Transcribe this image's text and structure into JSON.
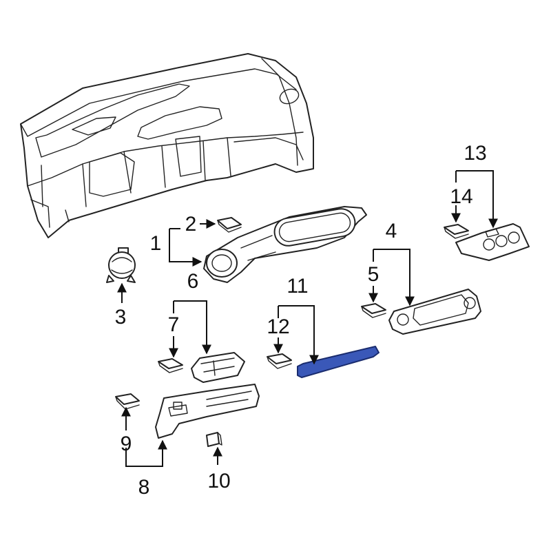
{
  "callouts": {
    "c1": "1",
    "c2": "2",
    "c3": "3",
    "c4": "4",
    "c5": "5",
    "c6": "6",
    "c7": "7",
    "c8": "8",
    "c9": "9",
    "c10": "10",
    "c11": "11",
    "c12": "12",
    "c13": "13",
    "c14": "14"
  },
  "colors": {
    "highlight": "#3a58b8",
    "line": "#222222",
    "background": "#ffffff"
  },
  "highlighted_part": "11"
}
